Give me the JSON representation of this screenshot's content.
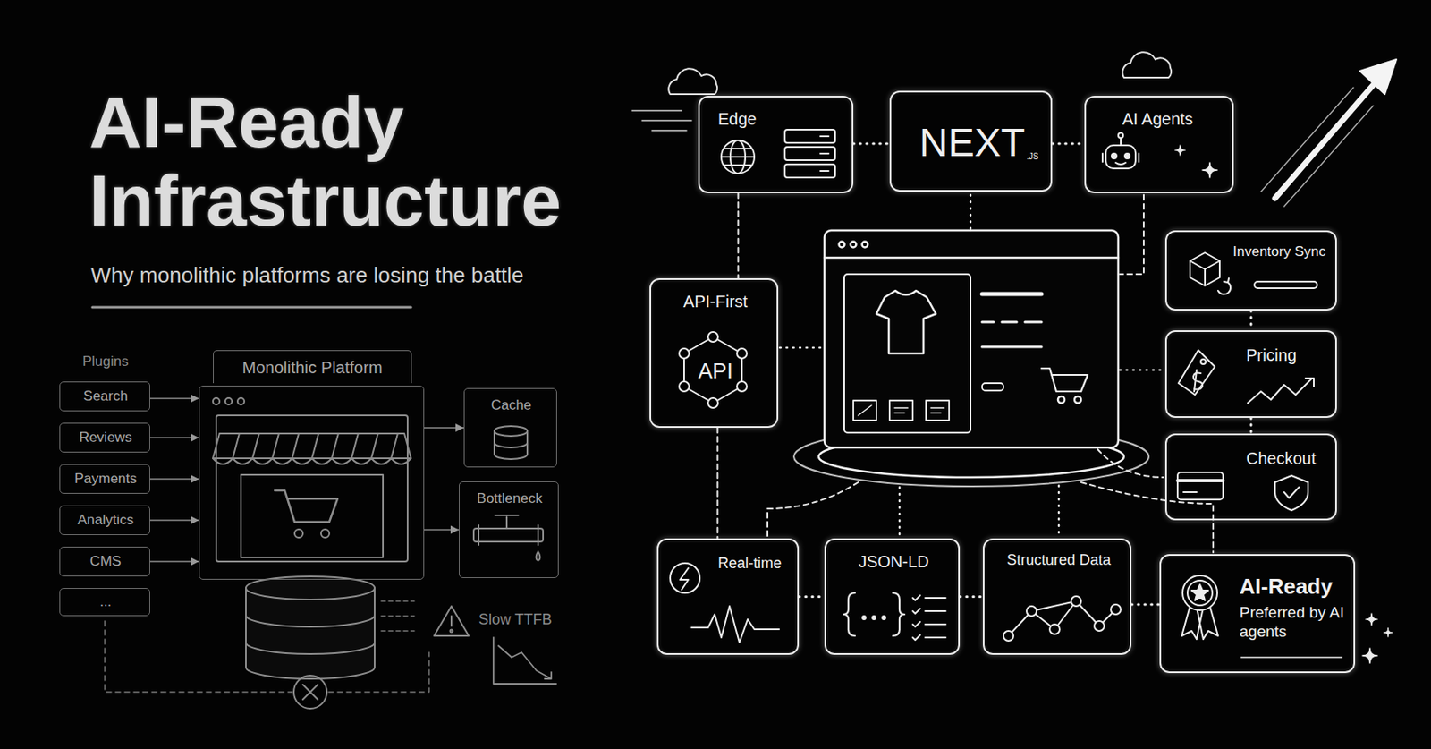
{
  "diagram": {
    "title": "AI-Ready Infrastructure",
    "caption": "Why monolithic platforms are losing the battle",
    "nodes": [
      {
        "text": [
          "Search"
        ]
      },
      {
        "text": [
          "Reviews"
        ]
      },
      {
        "text": [
          "Payments"
        ]
      },
      {
        "text": [
          "Analytics"
        ]
      },
      {
        "text": [
          "CMS"
        ]
      },
      {
        "text": [
          "..."
        ]
      },
      {
        "text": [
          "Monolithic Platform"
        ]
      },
      {
        "text": [
          "Cache"
        ]
      },
      {
        "text": [
          "Bottleneck"
        ]
      },
      {
        "text": [
          "Edge"
        ]
      },
      {
        "text": [
          "NEXT",
          ".JS"
        ]
      },
      {
        "text": [
          "AI Agents"
        ]
      },
      {
        "text": [
          "API-First",
          "API"
        ]
      },
      {
        "text": [
          "Inventory Sync"
        ]
      },
      {
        "text": [
          "Pricing"
        ]
      },
      {
        "text": [
          "Checkout"
        ]
      },
      {
        "text": [
          "Real-time"
        ]
      },
      {
        "text": [
          "JSON-LD"
        ]
      },
      {
        "text": [
          "Structured Data"
        ]
      },
      {
        "text": [
          "AI-Ready",
          "Preferred by AI agents"
        ]
      }
    ],
    "edges": [
      {
        "from": 0,
        "to": 6,
        "arrow": "to"
      },
      {
        "from": 1,
        "to": 6,
        "arrow": "to"
      },
      {
        "from": 2,
        "to": 6,
        "arrow": "to"
      },
      {
        "from": 3,
        "to": 6,
        "arrow": "to"
      },
      {
        "from": 4,
        "to": 6,
        "arrow": "to"
      },
      {
        "from": 6,
        "to": 7,
        "arrow": "to"
      },
      {
        "from": 6,
        "to": 8,
        "arrow": "to"
      },
      {
        "from": 9,
        "to": 10,
        "arrow": "none"
      },
      {
        "from": 10,
        "to": 11,
        "arrow": "none"
      },
      {
        "from": 9,
        "to": 12,
        "arrow": "none"
      },
      {
        "from": 13,
        "to": 14,
        "arrow": "none"
      },
      {
        "from": 14,
        "to": 15,
        "arrow": "none"
      },
      {
        "from": 12,
        "to": 16,
        "arrow": "none"
      },
      {
        "from": 16,
        "to": 17,
        "arrow": "none"
      },
      {
        "from": 17,
        "to": 18,
        "arrow": "none"
      },
      {
        "from": 18,
        "to": 19,
        "arrow": "none"
      }
    ],
    "labels": [
      "Plugins",
      "Slow TTFB"
    ]
  }
}
